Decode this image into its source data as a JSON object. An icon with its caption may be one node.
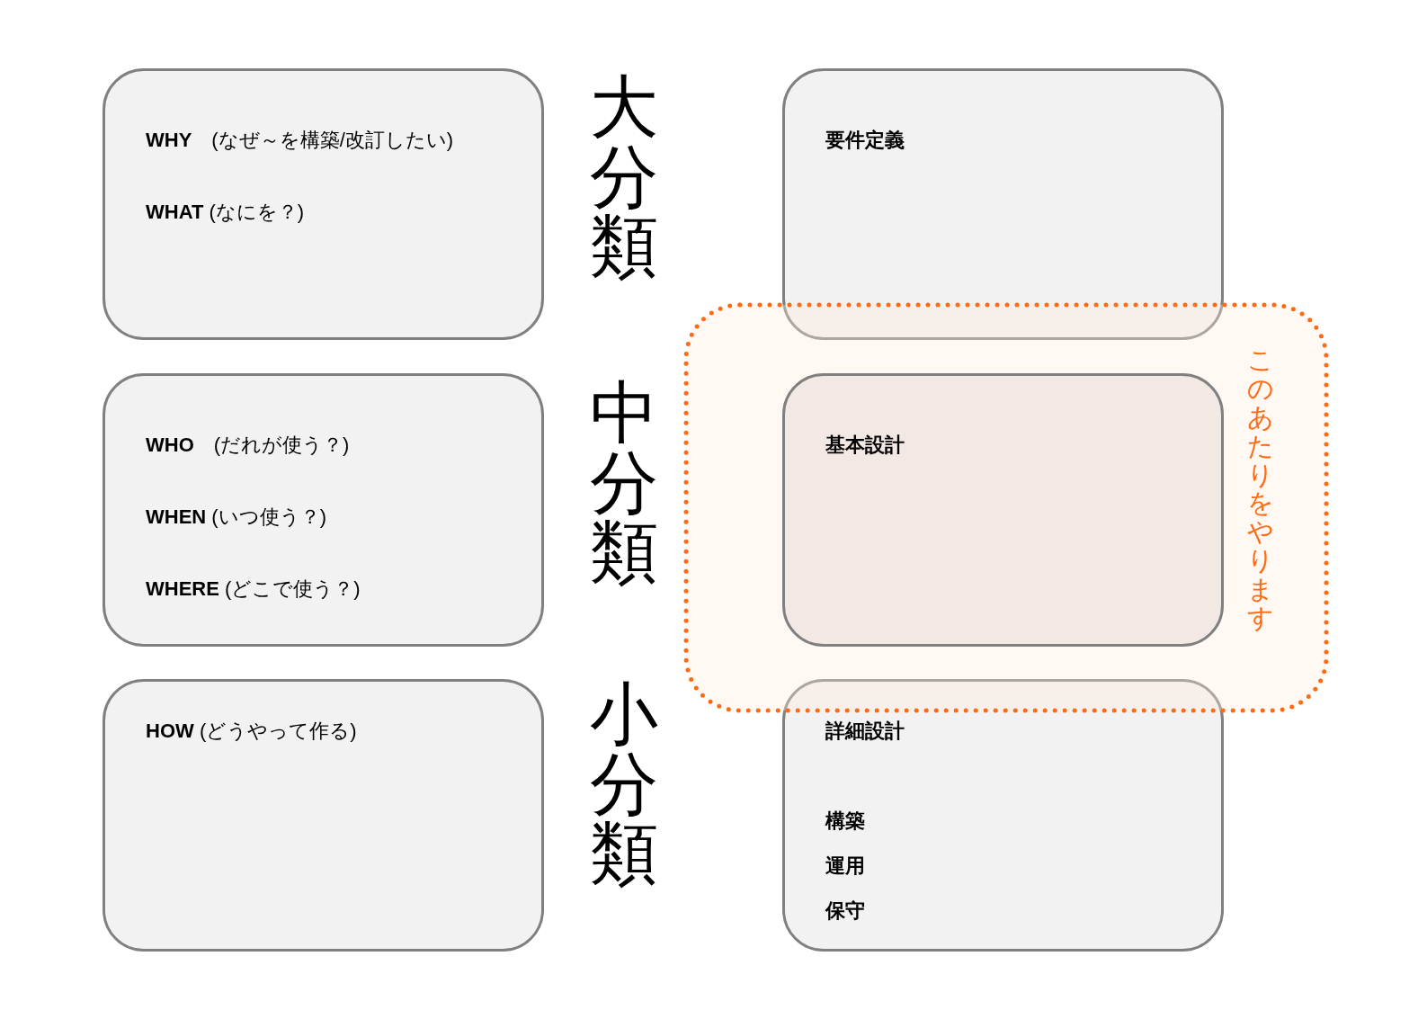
{
  "diagram": {
    "nodes": [
      {
        "text": [
          "**WHY**　(なぜ～を構築/改訂したい)",
          "**WHAT**  (なにを？)"
        ]
      },
      {
        "text": [
          "**WHO**　(だれが使う？)",
          "**WHEN**  (いつ使う？)",
          "**WHERE**  (どこで使う？)"
        ]
      },
      {
        "text": [
          "**HOW** (どうやって作る)"
        ]
      },
      {
        "text": [
          "要件定義"
        ]
      },
      {
        "text": [
          "このあたりをやります"
        ]
      },
      {
        "text": [
          "基本設計"
        ],
        "in": 4
      },
      {
        "text": [
          "詳細設計",
          "構築",
          "運用",
          "保守"
        ]
      }
    ],
    "labels": [
      "大分類",
      "中分類",
      "小分類"
    ]
  }
}
